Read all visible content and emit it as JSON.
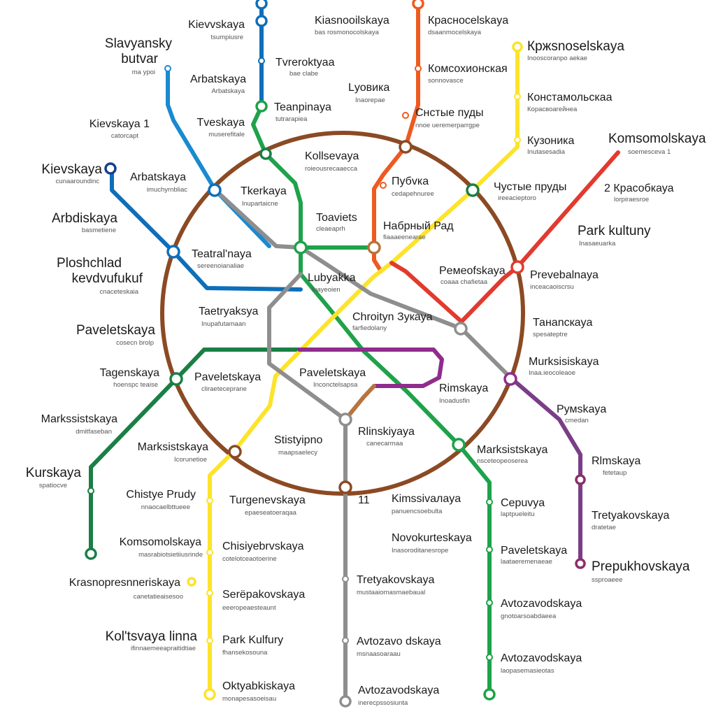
{
  "colors": {
    "ring": "#8b4a24",
    "blue_main": "#0d6fba",
    "blue_light": "#1a8ad0",
    "blue_dark": "#15408c",
    "green": "#1ea24a",
    "green_dark": "#1a7f45",
    "orange": "#ee5a1f",
    "yellow": "#fde32a",
    "red": "#e23a2f",
    "grey": "#8e8e8e",
    "purple": "#8f2c8d",
    "plum": "#8a2f6a",
    "violet": "#7a3e87",
    "light_brown": "#b8743f",
    "crimson": "#d43030"
  },
  "labels": [
    {
      "id": "kievskaya-top",
      "name": "Kievvskaya",
      "sub": "tsumpiusre"
    },
    {
      "id": "slavyansky",
      "name": "Slavyansky",
      "name2": "butvar",
      "sub": "ma ypoi"
    },
    {
      "id": "arbatskaya-top",
      "name": "Arbatskaya",
      "sub": "Arbatskaya"
    },
    {
      "id": "tvereoktyaa",
      "name": "Tvreroktyaa",
      "sub": "bae clabe"
    },
    {
      "id": "teanpinaya",
      "name": "Teanpinaya",
      "sub": "tutrarapiea"
    },
    {
      "id": "tveskaya",
      "name": "Tveskaya",
      "sub": "muserefitale"
    },
    {
      "id": "kievskaya-1",
      "name": "Kievskaya 1",
      "sub": "catorcapt"
    },
    {
      "id": "kievskaya-left",
      "name": "Kievskaya",
      "sub": "cunaaroundinc"
    },
    {
      "id": "arbatskaya-mid",
      "name": "Arbatskaya",
      "sub": "imuchyrnbliac"
    },
    {
      "id": "arbdiskaya",
      "name": "Arbdiskaya",
      "sub": "basmetiene"
    },
    {
      "id": "ploshchad",
      "name": "Ploshchlad",
      "name2": "kevdvufukuf",
      "sub": "cnaceteskaia"
    },
    {
      "id": "paveletskaya-left",
      "name": "Paveletskaya",
      "sub": "cosecn brolp"
    },
    {
      "id": "tagenskaya",
      "name": "Tagenskaya",
      "sub": "hoenspc teaise"
    },
    {
      "id": "markssistskaya",
      "name": "Markssistskaya",
      "sub": "dmitfaseban"
    },
    {
      "id": "kurskaya",
      "name": "Kurskaya",
      "sub": "spatiocve"
    },
    {
      "id": "kiasnooilskaya",
      "name": "Kiasnooilskaya",
      "sub": "bas rosmonocolskaya"
    },
    {
      "id": "krasnoselskaya-ru",
      "name": "Красноcelskaya",
      "sub": "dsaanmocelskaya"
    },
    {
      "id": "krasnoselskaya-red",
      "name": "Кржsnoselskaya",
      "sub": "Inooscoranpo aekae"
    },
    {
      "id": "komsokoinskaya",
      "name": "Комсохионская",
      "sub": "sonnovasce"
    },
    {
      "id": "lyovnika",
      "name": "Lуовика",
      "sub": "Inaorepae"
    },
    {
      "id": "konstamolskaa",
      "name": "Констамольскаа",
      "sub": "Корасвоагейнеа"
    },
    {
      "id": "chistye-ru",
      "name": "Снстые пуды",
      "sub": "nnoe ueremerparrgpe"
    },
    {
      "id": "kuzonika",
      "name": "Кузоника",
      "sub": "Inutasesadia"
    },
    {
      "id": "komsomolskaya-red",
      "name": "Komsomolskaya",
      "sub": "soemesceva 1"
    },
    {
      "id": "koltsevaya",
      "name": "Kollsevaya",
      "sub": "roieousrecaaecca"
    },
    {
      "id": "pubvka",
      "name": "Пубvка",
      "sub": "cedapehnuree"
    },
    {
      "id": "chistye-prudy-ru",
      "name": "Чустые пруды",
      "sub": "ireeacieptoro"
    },
    {
      "id": "krasobkaya",
      "name": "2 Красобкауа",
      "sub": "lorpiraesroe"
    },
    {
      "id": "tkerkaya",
      "name": "Tkerkaya",
      "sub": "lnupartaicne"
    },
    {
      "id": "toaviets",
      "name": "Toaviets",
      "sub": "cleaeaprh"
    },
    {
      "id": "nabrny-rad",
      "name": "Набрный Рад",
      "sub": "fiaaaeenearae"
    },
    {
      "id": "park-kultury-red",
      "name": "Park kultuny",
      "sub": "Inasaeuarka"
    },
    {
      "id": "teatralnaya",
      "name": "Teatral'naya",
      "sub": "sereenoianaliae"
    },
    {
      "id": "lubyakka",
      "name": "Lubyakka",
      "sub": "luayeoien"
    },
    {
      "id": "pemeofskaya",
      "name": "Peмeofskaya",
      "sub": "coaaa chafietaa"
    },
    {
      "id": "prevebalnaya",
      "name": "Prevebalnaya",
      "sub": "inceacaoiscrsu"
    },
    {
      "id": "taetryaksya",
      "name": "Taetryaksya",
      "sub": "Inupafutamaan"
    },
    {
      "id": "chroityn",
      "name": "Chroityn Зукaya",
      "sub": "farfiedolany"
    },
    {
      "id": "tanankaya",
      "name": "Танаnскaya",
      "sub": "spesateptre"
    },
    {
      "id": "murksisiskaya",
      "name": "Murksisiskaya",
      "sub": "Inaa.ieocoleaoe"
    },
    {
      "id": "paveletskaya-mid",
      "name": "Paveletskaya",
      "sub": "cliraeteceprane"
    },
    {
      "id": "paveletskaya-center",
      "name": "Paveletskaya",
      "sub": "Inconctelsapsa"
    },
    {
      "id": "rimskaya-center",
      "name": "Rimskaya",
      "sub": "Inoadusfin"
    },
    {
      "id": "rumskaya",
      "name": "Pумskaya",
      "sub": "cmedan"
    },
    {
      "id": "stistyipino",
      "name": "Stistyipno",
      "sub": "maapsaelecy"
    },
    {
      "id": "rlinskiyaya",
      "name": "Rlinskiyaya",
      "sub": "canecarmaa"
    },
    {
      "id": "marksistskaya-left",
      "name": "Marksistskaya",
      "sub": "Icorunetioe"
    },
    {
      "id": "marksistskaya-right",
      "name": "Marksistskaya",
      "sub": "nsceteopeoserea"
    },
    {
      "id": "rlmskaya",
      "name": "Rlmskaya",
      "sub": "fetetaup"
    },
    {
      "id": "chistye-prudy",
      "name": "Chistye Prudy",
      "sub": "nnaocaelbttueee"
    },
    {
      "id": "turgenevskaya",
      "name": "Turgenevskaya",
      "sub": "epaeseatoeraqaa"
    },
    {
      "id": "kimssivalaya",
      "name": "Kimssivaлaya",
      "sub": "panuencsoebulta"
    },
    {
      "id": "serpuvya",
      "name": "Серuvya",
      "sub": "laptpueleitu"
    },
    {
      "id": "tretyakovskaya-right",
      "name": "Tretyakovskaya",
      "sub": "dratetae"
    },
    {
      "id": "komsomolskaya-left",
      "name": "Komsomolskaya",
      "sub": "masrabiotsietiiusrinde"
    },
    {
      "id": "chisiyebrvskaya",
      "name": "Chisiyebrvskaya",
      "sub": "cotelotceaotoerine"
    },
    {
      "id": "novokurteskaya",
      "name": "Novokurteskaya",
      "sub": "Inasoroditanesrope"
    },
    {
      "id": "paveletskaya-right",
      "name": "Paveletskaya",
      "sub": "laataeremenaeae"
    },
    {
      "id": "prepukhovskaya",
      "name": "Prepukhovskaya",
      "sub": "ssproaeee"
    },
    {
      "id": "krasnopresnneriskaya",
      "name": "Krasnopresnneriskaya",
      "sub": "canetatieaisesoo"
    },
    {
      "id": "serepakovskaya",
      "name": "Serёpakovskaya",
      "sub": "eeeropeaesteaunt"
    },
    {
      "id": "tretyakovskaya",
      "name": "Tretyakovskaya",
      "sub": "mustaaiomasmaebaual"
    },
    {
      "id": "avtozavodskaya-g1",
      "name": "Avtozavodskaya",
      "sub": "gnotoarsoabdaeea"
    },
    {
      "id": "koltsvaya-linna",
      "name": "Kol'tsvaya linna",
      "sub": "ifinnaemeeapraitidtiae"
    },
    {
      "id": "park-kulfury",
      "name": "Park Kulfury",
      "sub": "fhansekosouna"
    },
    {
      "id": "avtozavodskaya-grey",
      "name": "Avtozavo dskaya",
      "sub": "msnaasoaraau"
    },
    {
      "id": "avtozavodskaya-g2",
      "name": "Avtozavodskaya",
      "sub": "laopasemasieotas"
    },
    {
      "id": "oktyabkiskaya",
      "name": "Oktyabkiskaya",
      "sub": "monapesasoeisau"
    },
    {
      "id": "avtozavodskaya-bottom",
      "name": "Avtozavodskaya",
      "sub": "inerecpssosiunta"
    }
  ],
  "misc": {
    "num_11": "11"
  }
}
